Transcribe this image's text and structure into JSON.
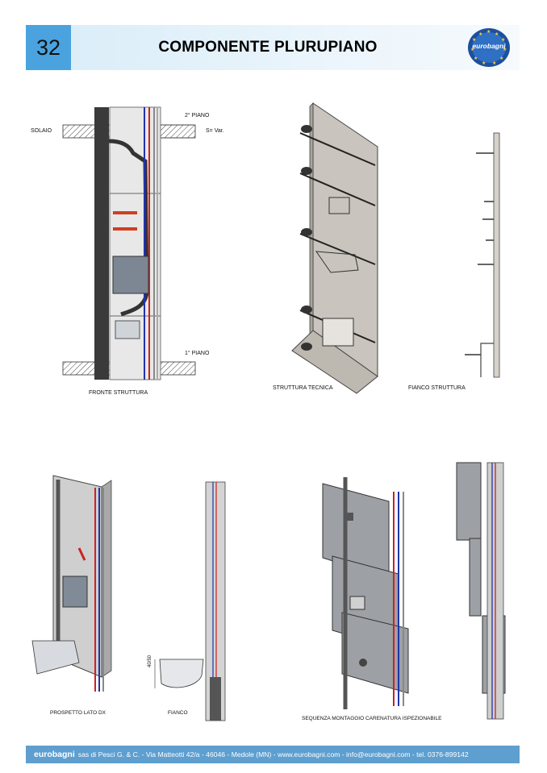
{
  "header": {
    "page_number": "32",
    "title": "COMPONENTE PLURUPIANO",
    "logo_text": "eurobagni"
  },
  "labels": {
    "piano2": "2° PIANO",
    "solaio": "SOLAIO",
    "spessore": "S= Var.",
    "piano1": "1° PIANO",
    "dim": "40/50"
  },
  "captions": {
    "fronte": "FRONTE STRUTTURA",
    "struttura_tecnica": "STRUTTURA TECNICA",
    "fianco_struttura": "FIANCO STRUTTURA",
    "prospetto": "PROSPETTO LATO DX",
    "fianco": "FIANCO",
    "sequenza": "SEQUENZA MONTAGGIO CARENATURA ISPEZIONABILE"
  },
  "footer": {
    "brand": "eurobagni",
    "text": "sas di Pesci G. & C. - Via Matteotti 42/a - 46046 - Medole (MN) - www.eurobagni.com - info@eurobagni.com - tel. 0376-899142"
  }
}
